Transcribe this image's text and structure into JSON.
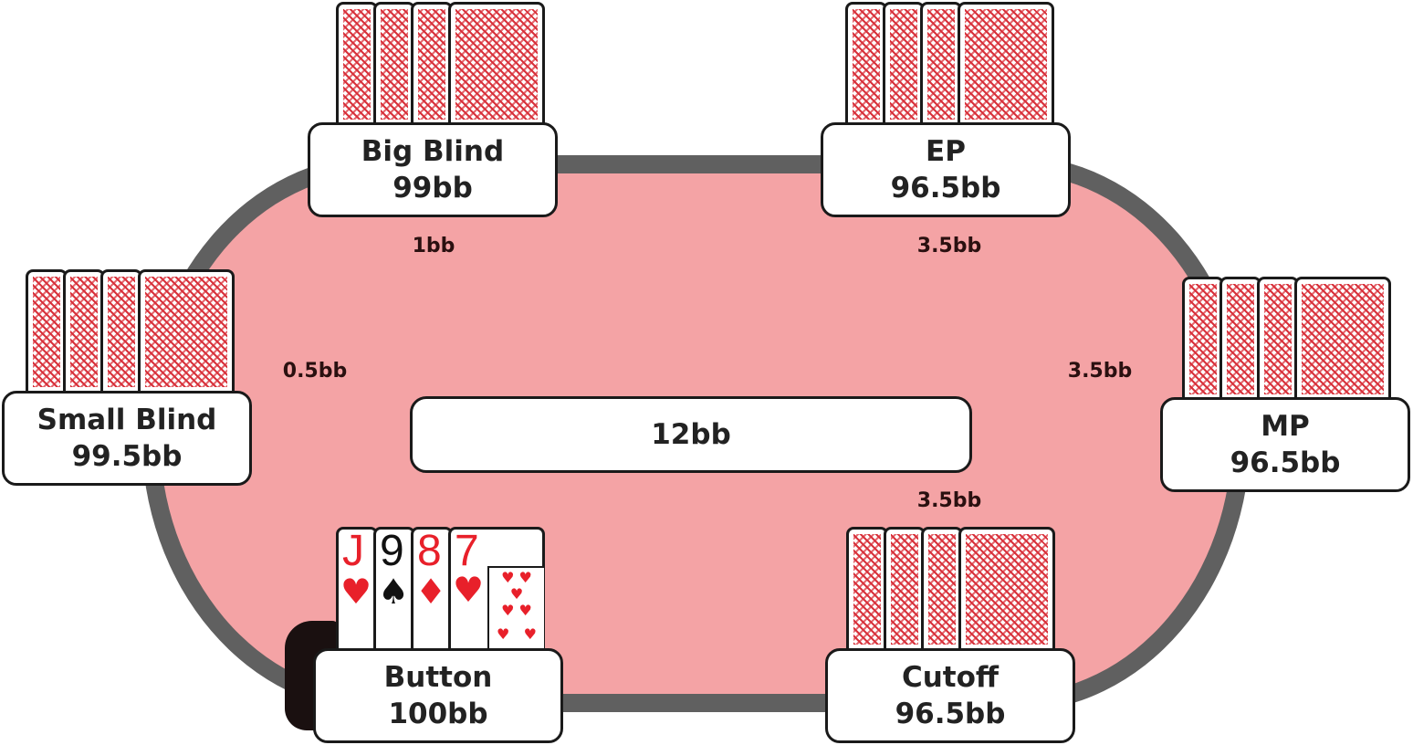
{
  "colors": {
    "felt": "#f4a3a5",
    "rail": "#606060",
    "card_back": "#d8323c",
    "red_suit": "#e8202a"
  },
  "pot": "12bb",
  "seats": [
    {
      "id": "big-blind",
      "name": "Big Blind",
      "stack": "99bb",
      "bet": "1bb"
    },
    {
      "id": "ep",
      "name": "EP",
      "stack": "96.5bb",
      "bet": "3.5bb"
    },
    {
      "id": "small-blind",
      "name": "Small Blind",
      "stack": "99.5bb",
      "bet": "0.5bb"
    },
    {
      "id": "mp",
      "name": "MP",
      "stack": "96.5bb",
      "bet": "3.5bb"
    },
    {
      "id": "button",
      "name": "Button",
      "stack": "100bb"
    },
    {
      "id": "cutoff",
      "name": "Cutoff",
      "stack": "96.5bb",
      "bet": "3.5bb"
    }
  ],
  "hero_cards": [
    {
      "rank": "J",
      "suit": "♥",
      "color": "red"
    },
    {
      "rank": "9",
      "suit": "♠",
      "color": "blk"
    },
    {
      "rank": "8",
      "suit": "♦",
      "color": "red"
    },
    {
      "rank": "7",
      "suit": "♥",
      "color": "red"
    }
  ],
  "pip_glyph": "♥ ♥"
}
